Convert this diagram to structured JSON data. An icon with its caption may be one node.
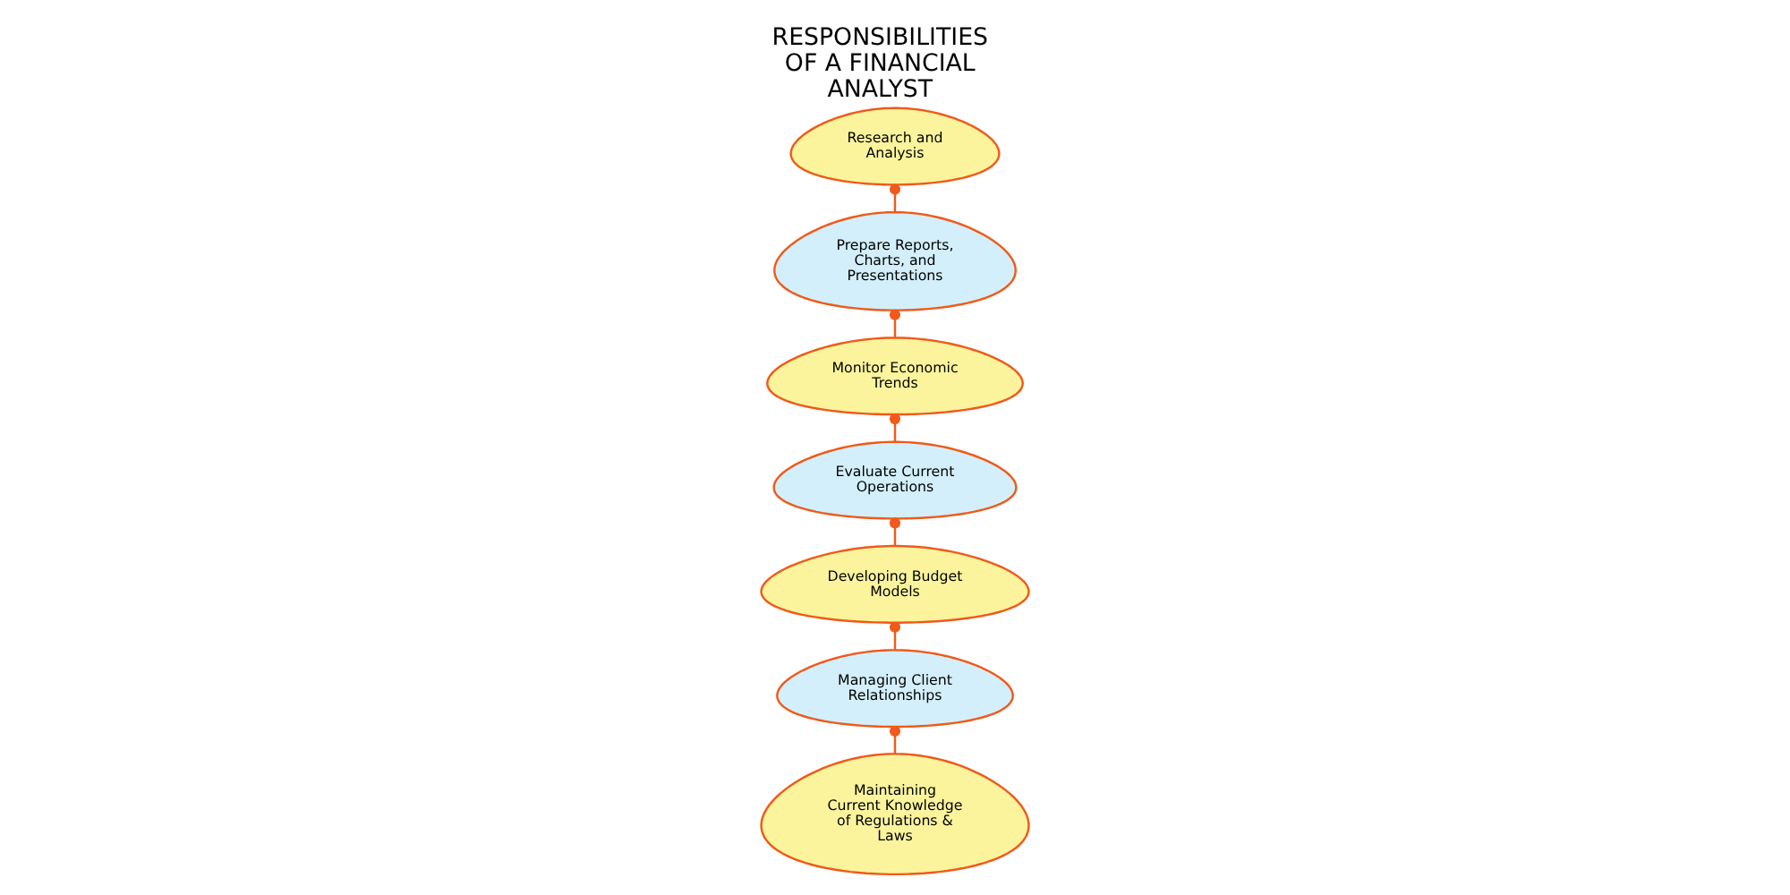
{
  "diagram": {
    "title": "RESPONSIBILITIES OF A FINANCIAL ANALYST",
    "nodes": [
      {
        "text": [
          "Research and Analysis"
        ]
      },
      {
        "text": [
          "Prepare Reports, Charts, and Presentations"
        ]
      },
      {
        "text": [
          "Monitor Economic Trends"
        ]
      },
      {
        "text": [
          "Evaluate Current Operations"
        ]
      },
      {
        "text": [
          "Developing Budget Models"
        ]
      },
      {
        "text": [
          "Managing Client Relationships"
        ]
      },
      {
        "text": [
          "Maintaining Current Knowledge of Regulations & Laws"
        ]
      }
    ],
    "edges": [
      {
        "from": 0,
        "to": 1,
        "arrow": "other"
      },
      {
        "from": 1,
        "to": 2,
        "arrow": "other"
      },
      {
        "from": 2,
        "to": 3,
        "arrow": "other"
      },
      {
        "from": 3,
        "to": 4,
        "arrow": "other"
      },
      {
        "from": 4,
        "to": 5,
        "arrow": "other"
      },
      {
        "from": 5,
        "to": 6,
        "arrow": "other"
      }
    ]
  }
}
